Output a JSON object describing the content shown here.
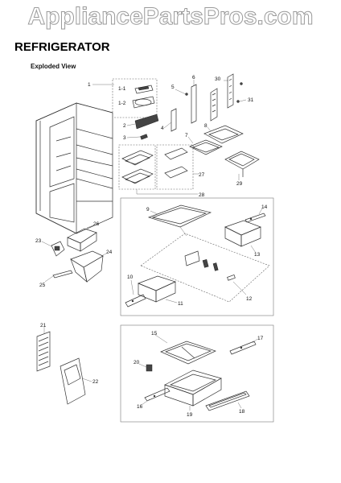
{
  "watermark": "AppliancePartsPros.com",
  "header": {
    "title": "REFRIGERATOR",
    "subtitle": "Exploded View"
  },
  "part_labels": [
    "1",
    "1-1",
    "1-2",
    "2",
    "3",
    "4",
    "5",
    "6",
    "7",
    "8",
    "9",
    "10",
    "11",
    "12",
    "13",
    "14",
    "15",
    "16",
    "17",
    "18",
    "19",
    "20",
    "21",
    "22",
    "23",
    "24",
    "25",
    "26",
    "27",
    "28",
    "29",
    "30",
    "31"
  ]
}
